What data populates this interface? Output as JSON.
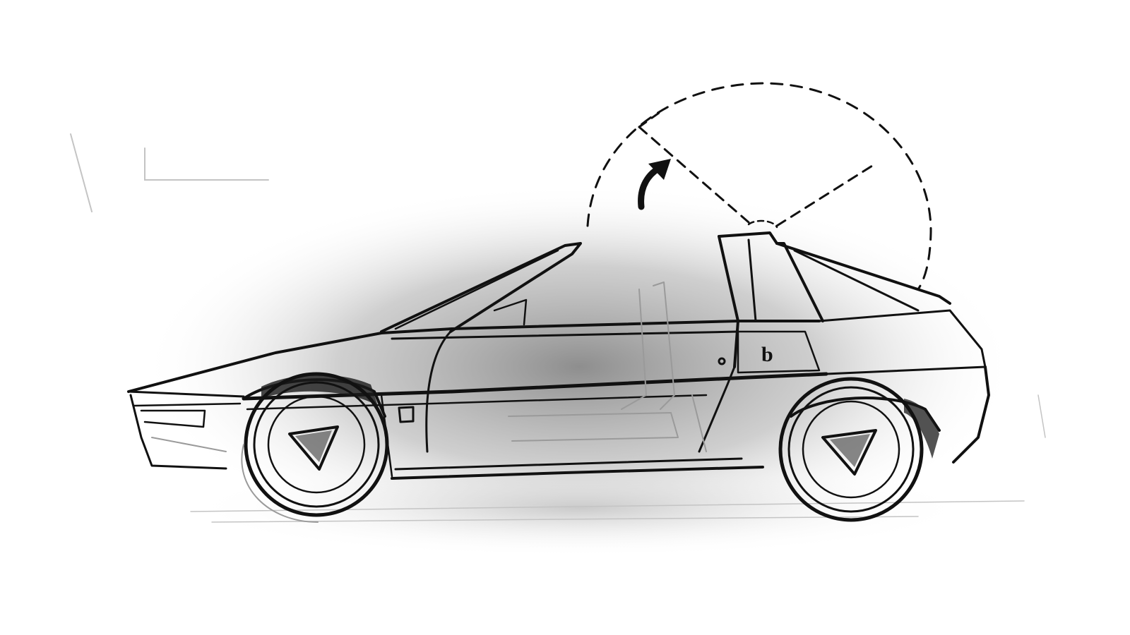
{
  "scene": {
    "subject": "car-side-sketch",
    "style": "pen-and-pencil",
    "colors": {
      "paper": "#ffffff",
      "ink": "#111111",
      "pencil": "#9a9a9a",
      "shadow": "#8c8c8c"
    }
  },
  "door_mark": "b"
}
